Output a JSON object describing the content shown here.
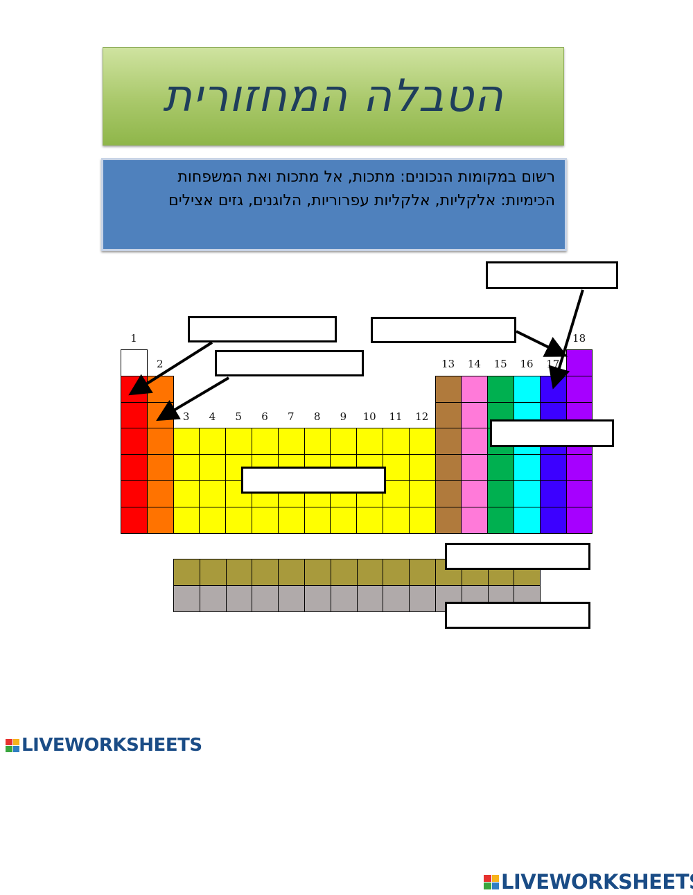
{
  "title": "הטבלה המחזורית",
  "instructions": "רשום במקומות הנכונים: מתכות, אל מתכות ואת המשפחות הכימיות: אלקליות, אלקליות עפרוריות, הלוגנים, גזים אצילים",
  "group_labels": [
    "1",
    "2",
    "3",
    "4",
    "5",
    "6",
    "7",
    "8",
    "9",
    "10",
    "11",
    "12",
    "13",
    "14",
    "15",
    "16",
    "17",
    "18"
  ],
  "colors": {
    "group1": "#ff0000",
    "group2": "#ff7300",
    "transition": "#ffff00",
    "group13": "#b07a3c",
    "group14": "#ff7ad9",
    "group15": "#00b050",
    "group16": "#00ffff",
    "group17": "#3c00ff",
    "group18": "#a600ff",
    "lanthanides": "#a89a3c",
    "actinides": "#b0aaaa"
  },
  "logo_text": "LIVEWORKSHEETS"
}
